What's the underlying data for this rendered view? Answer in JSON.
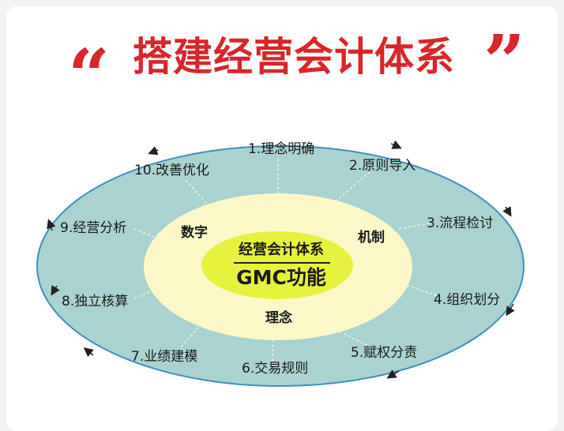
{
  "title": {
    "text": "搭建经营会计体系",
    "open_quote": "“",
    "close_quote": "”",
    "color": "#d8262a"
  },
  "diagram": {
    "center": {
      "top": "经营会计体系",
      "bottom": "GMC功能"
    },
    "ring_labels": [
      "数字",
      "机制",
      "理念"
    ],
    "outer_items": [
      "1.理念明确",
      "2.原则导入",
      "3.流程检讨",
      "4.组织划分",
      "5.赋权分责",
      "6.交易规则",
      "7.业绩建模",
      "8.独立核算",
      "9.经营分析",
      "10.改善优化"
    ],
    "colors": {
      "outer_fill": "#a9d3d0",
      "outer_stroke": "#3f8fbd",
      "middle_fill": "#fbf7c7",
      "inner_fill": "#e6f23c"
    }
  }
}
